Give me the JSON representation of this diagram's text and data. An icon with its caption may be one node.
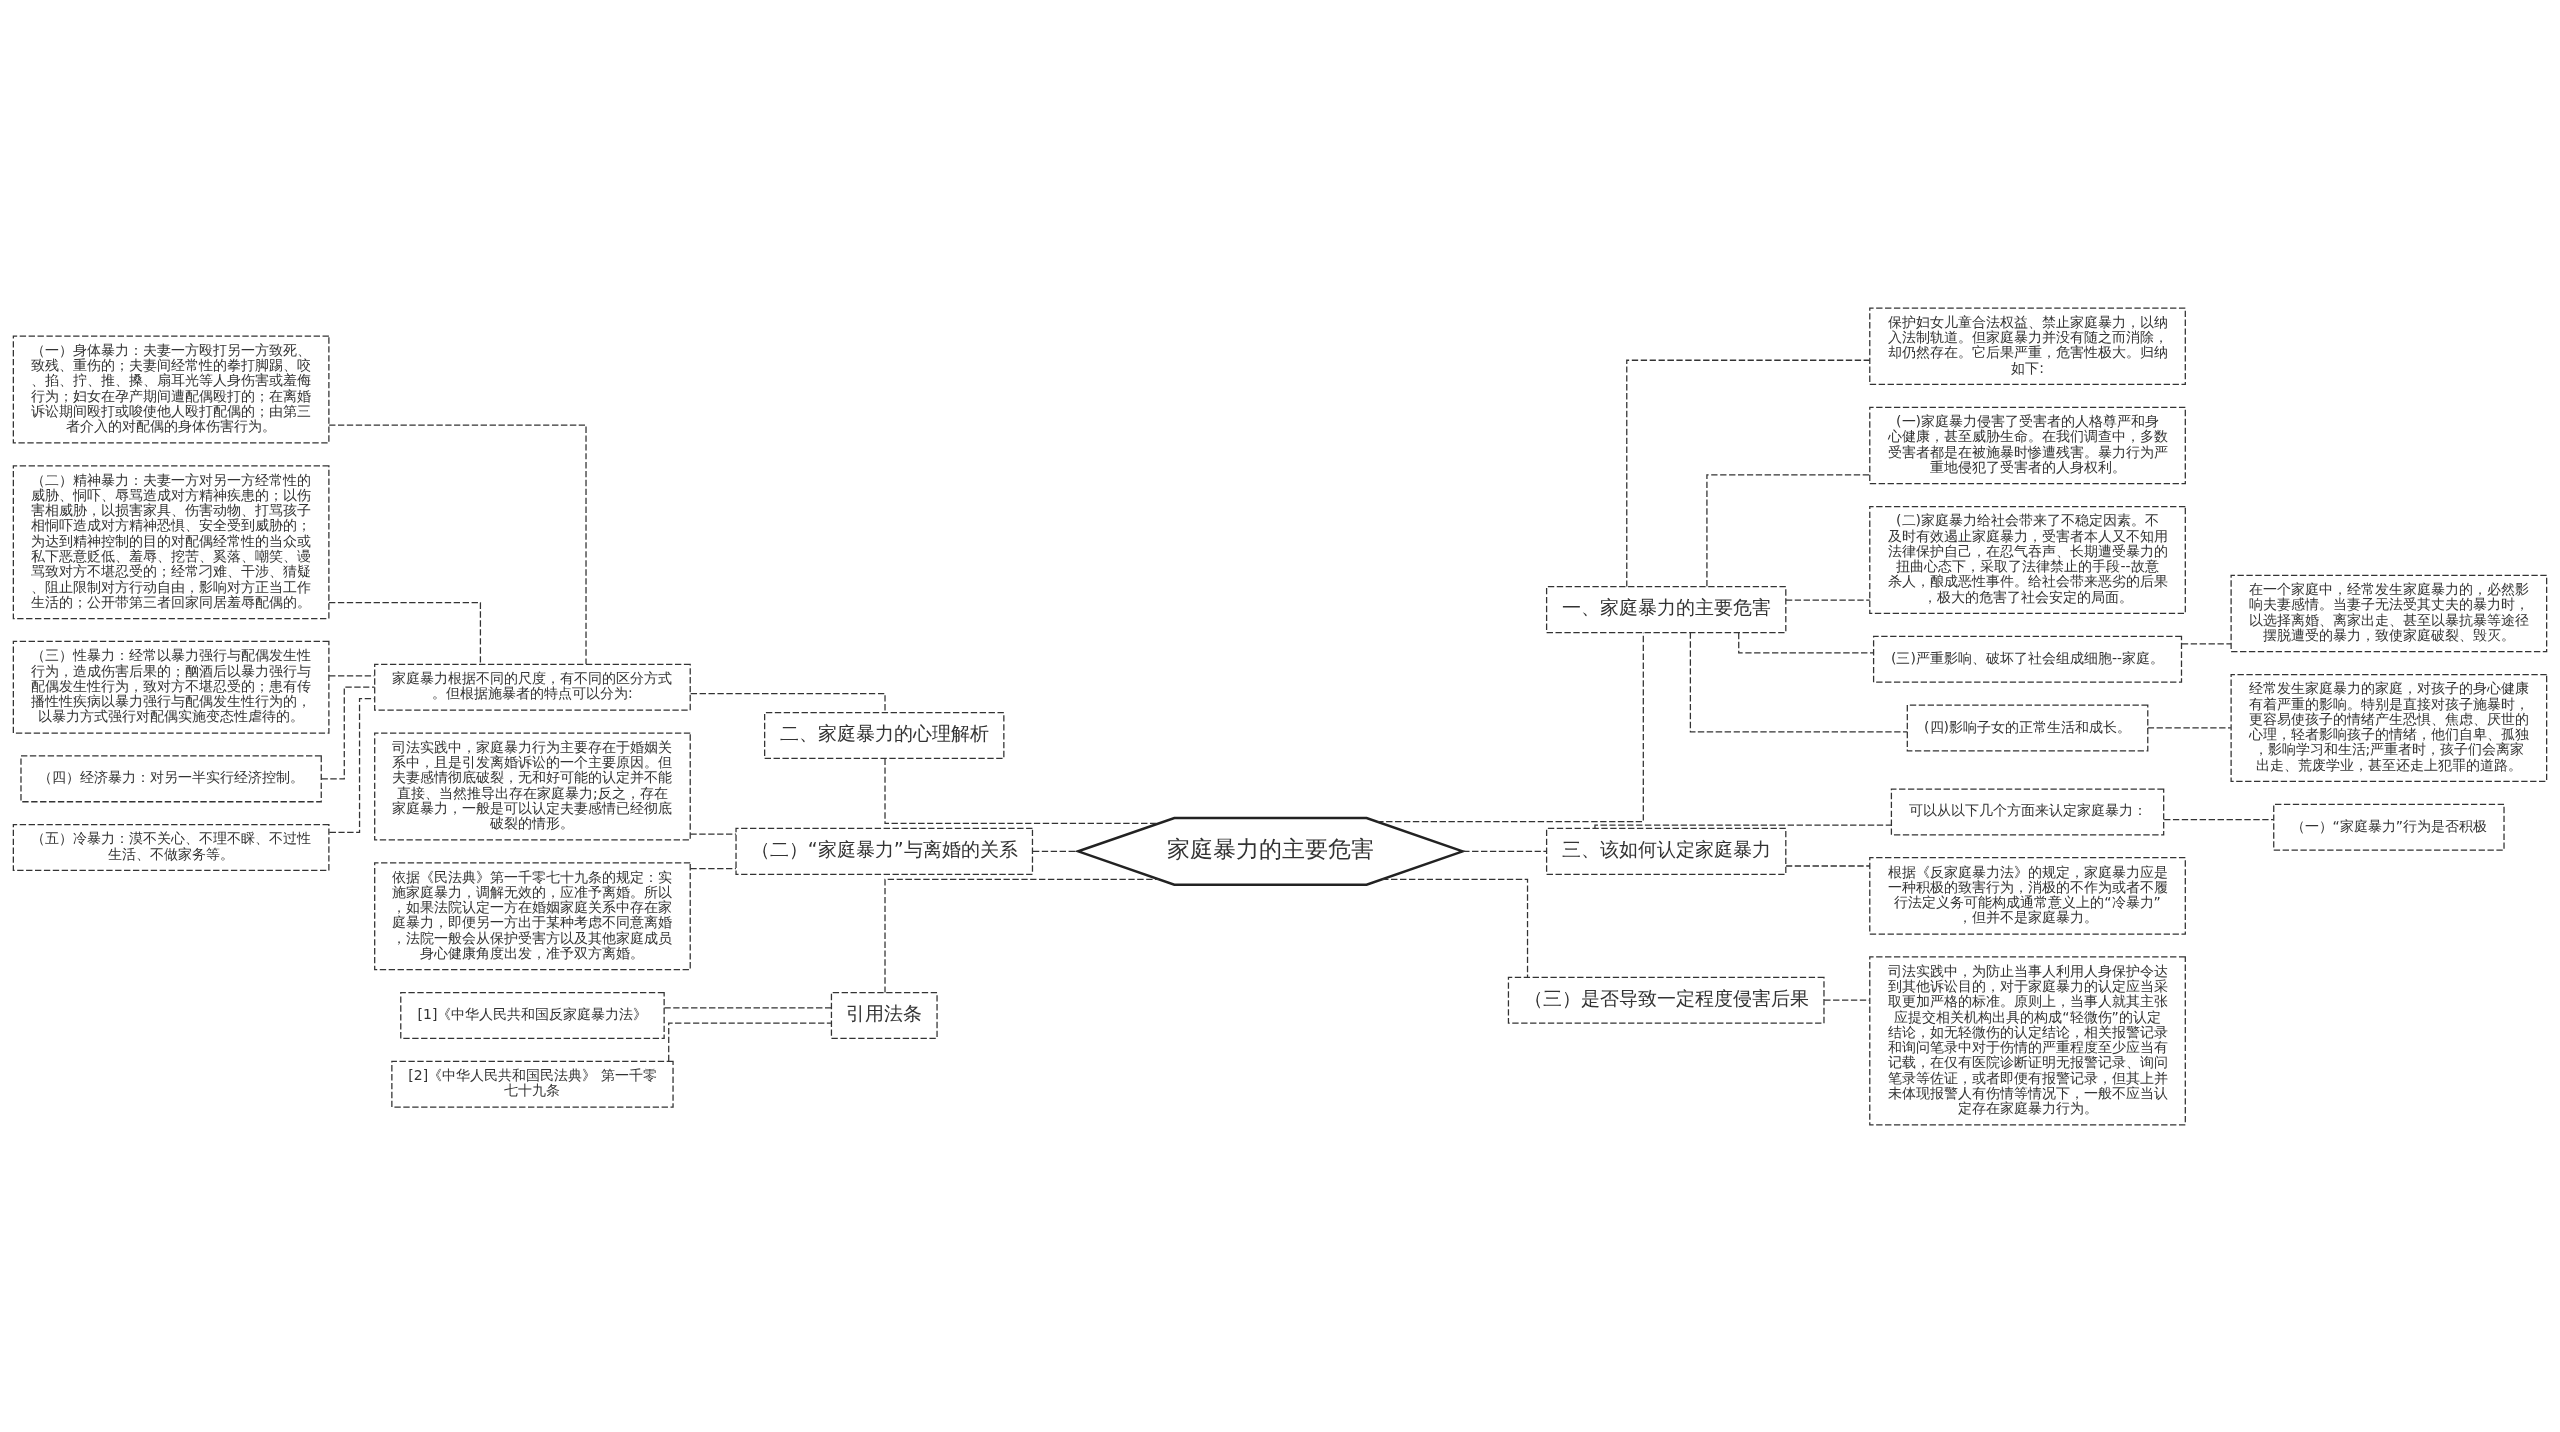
{
  "diagram": {
    "nodes": [
      {
        "text": [
          "家庭暴力的主要危害"
        ]
      },
      {
        "text": [
          "一、家庭暴力的主要危害"
        ]
      },
      {
        "text": [
          "保护妇女儿童合法权益、禁止家庭暴力，以纳入法制轨道。但家庭暴力并没有随之而消除，却仍然存在。它后果严重，危害性极大。归纳如下:"
        ]
      },
      {
        "text": [
          "(一)家庭暴力侵害了受害者的人格尊严和身心健康，甚至威胁生命。在我们调查中，多数受害者都是在被施暴时惨遭残害。暴力行为严重地侵犯了受害者的人身权利。"
        ]
      },
      {
        "text": [
          "(二)家庭暴力给社会带来了不稳定因素。不及时有效遏止家庭暴力，受害者本人又不知用法律保护自己，在忍气吞声、长期遭受暴力的扭曲心态下，采取了法律禁止的手段--故意杀人，酿成恶性事件。给社会带来恶劣的后果，极大的危害了社会安定的局面。"
        ]
      },
      {
        "text": [
          "(三)严重影响、破坏了社会组成细胞--家庭。"
        ]
      },
      {
        "text": [
          "在一个家庭中，经常发生家庭暴力的，必然影响夫妻感情。当妻子无法受其丈夫的暴力时，以选择离婚、离家出走、甚至以暴抗暴等途径摆脱遭受的暴力，致使家庭破裂、毁灭。"
        ]
      },
      {
        "text": [
          "(四)影响子女的正常生活和成长。"
        ]
      },
      {
        "text": [
          "经常发生家庭暴力的家庭，对孩子的身心健康有着严重的影响。特别是直接对孩子施暴时，更容易使孩子的情绪产生恐惧、焦虑、厌世的心理，轻者影响孩子的情绪，他们自卑、孤独，影响学习和生活;严重者时，孩子们会离家出走、荒废学业，甚至还走上犯罪的道路。"
        ]
      },
      {
        "text": [
          "三、该如何认定家庭暴力"
        ]
      },
      {
        "text": [
          "可以从以下几个方面来认定家庭暴力："
        ]
      },
      {
        "text": [
          "（一）“家庭暴力”行为是否积极"
        ]
      },
      {
        "text": [
          "根据《反家庭暴力法》的规定，家庭暴力应是一种积极的致害行为，消极的不作为或者不履行法定义务可能构成通常意义上的“冷暴力”，但并不是家庭暴力。"
        ]
      },
      {
        "text": [
          "（三）是否导致一定程度侵害后果"
        ]
      },
      {
        "text": [
          "司法实践中，为防止当事人利用人身保护令达到其他诉讼目的，对于家庭暴力的认定应当采取更加严格的标准。原则上，当事人就其主张应提交相关机构出具的构成“轻微伤”的认定结论，如无轻微伤的认定结论，相关报警记录和询问笔录中对于伤情的严重程度至少应当有记载，在仅有医院诊断证明无报警记录、询问笔录等佐证，或者即便有报警记录，但其上并未体现报警人有伤情等情况下，一般不应当认定存在家庭暴力行为。"
        ]
      },
      {
        "text": [
          "二、家庭暴力的心理解析"
        ]
      },
      {
        "text": [
          "家庭暴力根据不同的尺度，有不同的区分方式。但根据施暴者的特点可以分为:"
        ]
      },
      {
        "text": [
          "（一）身体暴力：夫妻一方殴打另一方致死、致残、重伤的；夫妻间经常性的拳打脚踢、咬、掐、拧、推、搡、扇耳光等人身伤害或羞侮行为；妇女在孕产期间遭配偶殴打的；在离婚诉讼期间殴打或唆使他人殴打配偶的；由第三者介入的对配偶的身体伤害行为。"
        ]
      },
      {
        "text": [
          "（二）精神暴力：夫妻一方对另一方经常性的威胁、恫吓、辱骂造成对方精神疾患的；以伤害相威胁，以损害家具、伤害动物、打骂孩子相恫吓造成对方精神恐惧、安全受到威胁的；为达到精神控制的目的对配偶经常性的当众或私下恶意贬低、羞辱、挖苦、奚落、嘲笑、谩骂致对方不堪忍受的；经常刁难、干涉、猜疑、阻止限制对方行动自由，影响对方正当工作生活的；公开带第三者回家同居羞辱配偶的。"
        ]
      },
      {
        "text": [
          "（三）性暴力：经常以暴力强行与配偶发生性行为，造成伤害后果的；酗酒后以暴力强行与配偶发生性行为，致对方不堪忍受的；患有传播性性疾病以暴力强行与配偶发生性行为的，以暴力方式强行对配偶实施变态性虐待的。"
        ]
      },
      {
        "text": [
          "（四）经济暴力：对另一半实行经济控制。"
        ]
      },
      {
        "text": [
          "（五）冷暴力：漠不关心、不理不睬、不过性生活、不做家务等。"
        ]
      },
      {
        "text": [
          "（二）“家庭暴力”与离婚的关系"
        ]
      },
      {
        "text": [
          "司法实践中，家庭暴力行为主要存在于婚姻关系中，且是引发离婚诉讼的一个主要原因。但夫妻感情彻底破裂，无和好可能的认定并不能直接、当然推导出存在家庭暴力;反之，存在家庭暴力，一般是可以认定夫妻感情已经彻底破裂的情形。"
        ]
      },
      {
        "text": [
          "依据《民法典》第一千零七十九条的规定：实施家庭暴力，调解无效的，应准予离婚。所以，如果法院认定一方在婚姻家庭关系中存在家庭暴力，即便另一方出于某种考虑不同意离婚，法院一般会从保护受害方以及其他家庭成员身心健康角度出发，准予双方离婚。"
        ]
      },
      {
        "text": [
          "引用法条"
        ]
      },
      {
        "text": [
          "[1]《中华人民共和国反家庭暴力法》"
        ]
      },
      {
        "text": [
          "[2]《中华人民共和国民法典》 第一千零七十九条"
        ]
      }
    ],
    "edges": [
      {
        "from": 0,
        "to": 1,
        "arrow": "none",
        "style": "dashed"
      },
      {
        "from": 1,
        "to": 2,
        "arrow": "none",
        "style": "dashed"
      },
      {
        "from": 1,
        "to": 3,
        "arrow": "none",
        "style": "dashed"
      },
      {
        "from": 1,
        "to": 4,
        "arrow": "none",
        "style": "dashed"
      },
      {
        "from": 1,
        "to": 5,
        "arrow": "none",
        "style": "dashed"
      },
      {
        "from": 5,
        "to": 6,
        "arrow": "none",
        "style": "dashed"
      },
      {
        "from": 1,
        "to": 7,
        "arrow": "none",
        "style": "dashed"
      },
      {
        "from": 7,
        "to": 8,
        "arrow": "none",
        "style": "dashed"
      },
      {
        "from": 0,
        "to": 9,
        "arrow": "none",
        "style": "dashed"
      },
      {
        "from": 9,
        "to": 10,
        "arrow": "none",
        "style": "dashed"
      },
      {
        "from": 10,
        "to": 11,
        "arrow": "none",
        "style": "dashed"
      },
      {
        "from": 9,
        "to": 12,
        "arrow": "none",
        "style": "dashed"
      },
      {
        "from": 0,
        "to": 13,
        "arrow": "none",
        "style": "dashed"
      },
      {
        "from": 13,
        "to": 14,
        "arrow": "none",
        "style": "dashed"
      },
      {
        "from": 0,
        "to": 15,
        "arrow": "none",
        "style": "dashed"
      },
      {
        "from": 15,
        "to": 16,
        "arrow": "none",
        "style": "dashed"
      },
      {
        "from": 16,
        "to": 17,
        "arrow": "none",
        "style": "dashed"
      },
      {
        "from": 16,
        "to": 18,
        "arrow": "none",
        "style": "dashed"
      },
      {
        "from": 16,
        "to": 19,
        "arrow": "none",
        "style": "dashed"
      },
      {
        "from": 16,
        "to": 20,
        "arrow": "none",
        "style": "dashed"
      },
      {
        "from": 16,
        "to": 21,
        "arrow": "none",
        "style": "dashed"
      },
      {
        "from": 0,
        "to": 22,
        "arrow": "none",
        "style": "dashed"
      },
      {
        "from": 22,
        "to": 23,
        "arrow": "none",
        "style": "dashed"
      },
      {
        "from": 22,
        "to": 24,
        "arrow": "none",
        "style": "dashed"
      },
      {
        "from": 0,
        "to": 25,
        "arrow": "none",
        "style": "dashed"
      },
      {
        "from": 25,
        "to": 26,
        "arrow": "none",
        "style": "dashed"
      },
      {
        "from": 25,
        "to": 27,
        "arrow": "none",
        "style": "dashed"
      }
    ]
  }
}
